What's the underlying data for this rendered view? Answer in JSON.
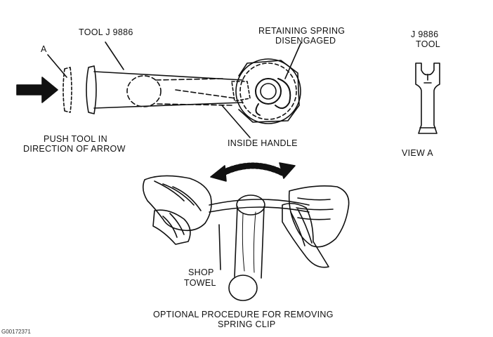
{
  "figure": {
    "labels": {
      "tool_name": "TOOL J 9886",
      "letter_a": "A",
      "retaining_spring_line1": "RETAINING SPRING",
      "retaining_spring_line2": "DISENGAGED",
      "j9886_tool_line1": "J 9886",
      "j9886_tool_line2": "TOOL",
      "push_tool_line1": "PUSH TOOL IN",
      "push_tool_line2": "DIRECTION OF ARROW",
      "inside_handle": "INSIDE HANDLE",
      "view_a": "VIEW  A",
      "shop_towel_line1": "SHOP",
      "shop_towel_line2": "TOWEL",
      "optional_line1": "OPTIONAL PROCEDURE FOR REMOVING",
      "optional_line2": "SPRING CLIP",
      "figure_code": "G00172371"
    },
    "colors": {
      "ink": "#111111",
      "paper": "#ffffff"
    }
  }
}
